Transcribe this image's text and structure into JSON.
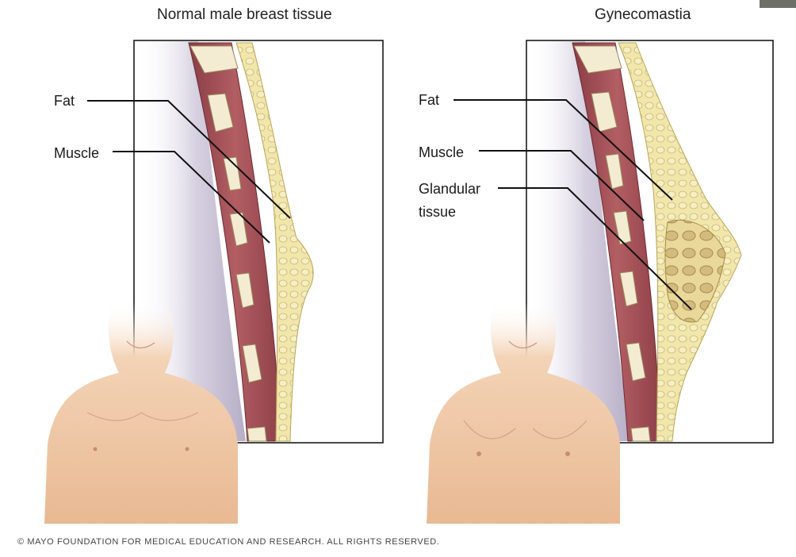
{
  "panels": [
    {
      "title": "Normal male breast tissue",
      "labels": [
        "Fat",
        "Muscle"
      ]
    },
    {
      "title": "Gynecomastia",
      "labels": [
        "Fat",
        "Muscle",
        "Glandular",
        "tissue"
      ]
    }
  ],
  "copyright": "© MAYO FOUNDATION FOR MEDICAL EDUCATION AND RESEARCH. ALL RIGHTS RESERVED.",
  "colors": {
    "muscle": "#a8525a",
    "fat": "#efe2a2",
    "skin": "#f0c8a6",
    "background_shade": "#d9d4e2"
  }
}
